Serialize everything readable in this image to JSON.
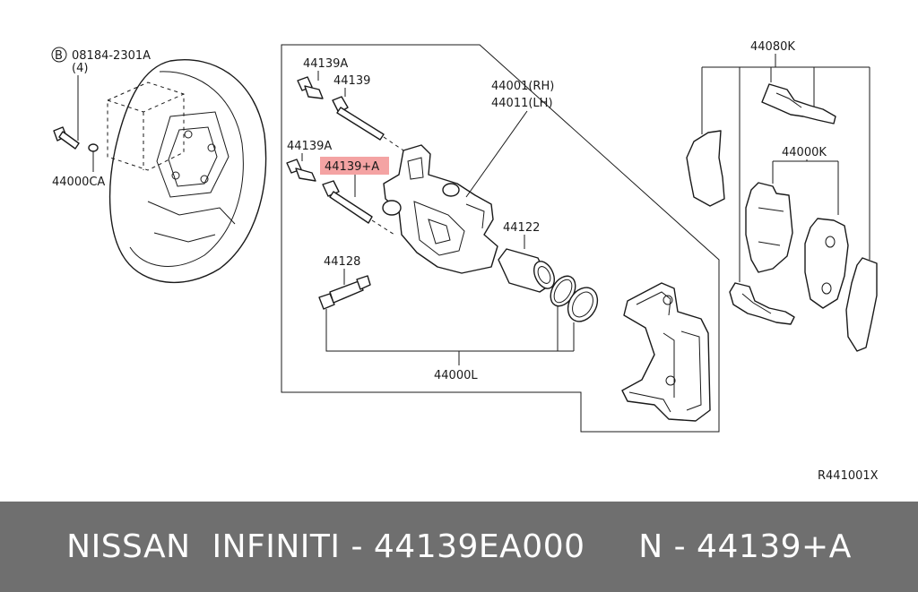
{
  "labels": {
    "bolt_ref": "08184-2301A",
    "bolt_qty": "(4)",
    "bolt_circle": "B",
    "plate_washer": "44000CA",
    "pin_bolt_a1": "44139A",
    "pin_bolt_1": "44139",
    "caliper_rh": "44001(RH)",
    "caliper_lh": "44011(LH)",
    "pin_bolt_a2": "44139A",
    "highlight": "44139+A",
    "piston": "44122",
    "bleeder": "44128",
    "seal_kit": "44000L",
    "hardware_kit": "44080K",
    "pad_kit": "44000K",
    "diagram_ref": "R441001X"
  },
  "colors": {
    "highlight_fill": "#f4a3a3",
    "footer_bg": "#6f6f6f",
    "footer_text": "#ffffff"
  },
  "footer": {
    "text": "NISSAN  INFINITI - 44139EA000     N - 44139+A"
  }
}
